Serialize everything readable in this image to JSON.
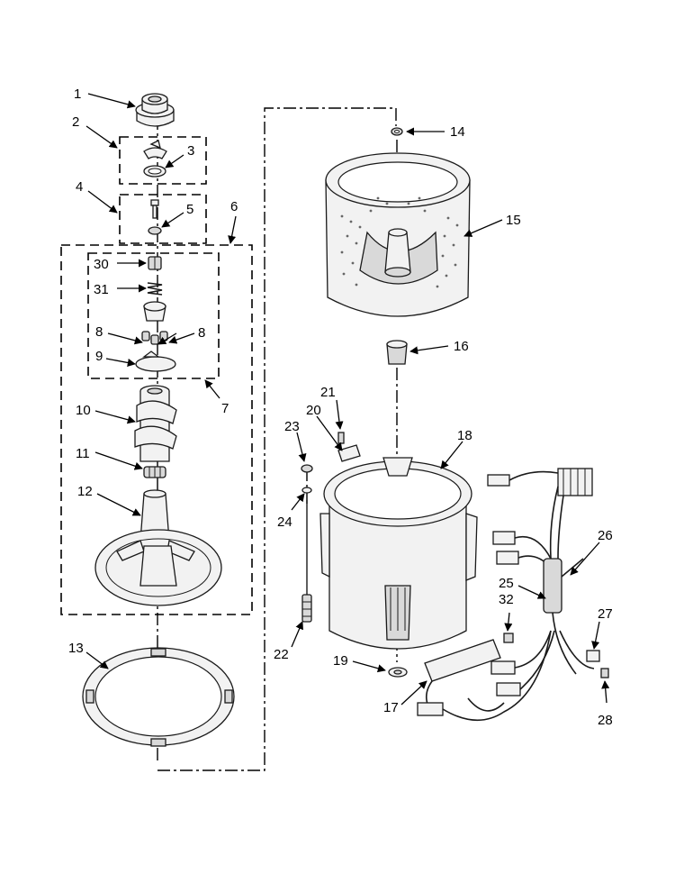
{
  "diagram": {
    "callouts": [
      {
        "id": "c1",
        "label": "1"
      },
      {
        "id": "c2",
        "label": "2"
      },
      {
        "id": "c3",
        "label": "3"
      },
      {
        "id": "c4",
        "label": "4"
      },
      {
        "id": "c5",
        "label": "5"
      },
      {
        "id": "c6",
        "label": "6"
      },
      {
        "id": "c30",
        "label": "30"
      },
      {
        "id": "c31",
        "label": "31"
      },
      {
        "id": "c8a",
        "label": "8"
      },
      {
        "id": "c8b",
        "label": "8"
      },
      {
        "id": "c9",
        "label": "9"
      },
      {
        "id": "c7",
        "label": "7"
      },
      {
        "id": "c10",
        "label": "10"
      },
      {
        "id": "c11",
        "label": "11"
      },
      {
        "id": "c12",
        "label": "12"
      },
      {
        "id": "c13",
        "label": "13"
      },
      {
        "id": "c14",
        "label": "14"
      },
      {
        "id": "c15",
        "label": "15"
      },
      {
        "id": "c16",
        "label": "16"
      },
      {
        "id": "c21",
        "label": "21"
      },
      {
        "id": "c20",
        "label": "20"
      },
      {
        "id": "c23",
        "label": "23"
      },
      {
        "id": "c18",
        "label": "18"
      },
      {
        "id": "c24",
        "label": "24"
      },
      {
        "id": "c26",
        "label": "26"
      },
      {
        "id": "c25",
        "label": "25"
      },
      {
        "id": "c32",
        "label": "32"
      },
      {
        "id": "c27",
        "label": "27"
      },
      {
        "id": "c22",
        "label": "22"
      },
      {
        "id": "c19",
        "label": "19"
      },
      {
        "id": "c17",
        "label": "17"
      },
      {
        "id": "c28",
        "label": "28"
      }
    ]
  }
}
